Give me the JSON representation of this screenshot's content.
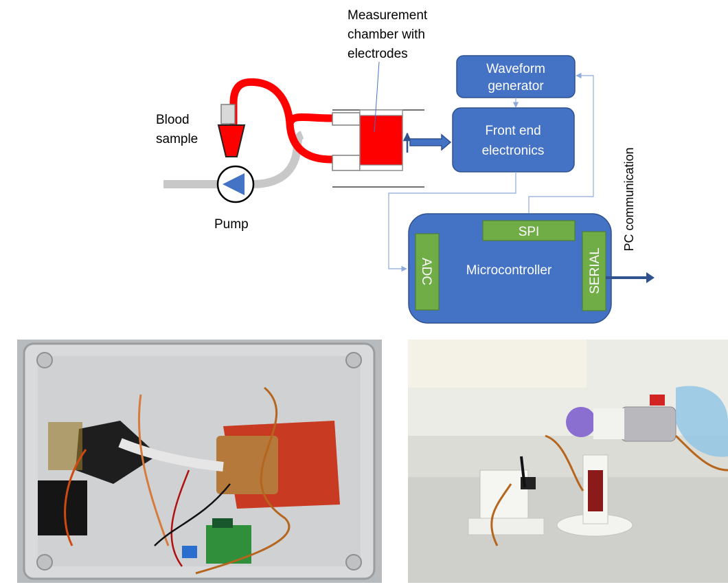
{
  "labels": {
    "measurement_chamber": [
      "Measurement",
      "chamber with",
      "electrodes"
    ],
    "blood_sample": [
      "Blood",
      "sample"
    ],
    "pump": "Pump",
    "waveform_generator": [
      "Waveform",
      "generator"
    ],
    "front_end": [
      "Front end",
      "electronics"
    ],
    "microcontroller": "Microcontroller",
    "spi": "SPI",
    "adc": "ADC",
    "serial": "SERIAL",
    "pc_communication": "PC communication"
  },
  "colors": {
    "block_fill": "#4472c4",
    "block_stroke": "#2f528f",
    "module_fill": "#70ad47",
    "blood_red": "#ff0000",
    "tube_gray": "#c8c8c8",
    "connector_blue": "#8faadc"
  },
  "photos": {
    "left": "electronics-enclosure-photo",
    "right": "measurement-chamber-setup-photo"
  }
}
